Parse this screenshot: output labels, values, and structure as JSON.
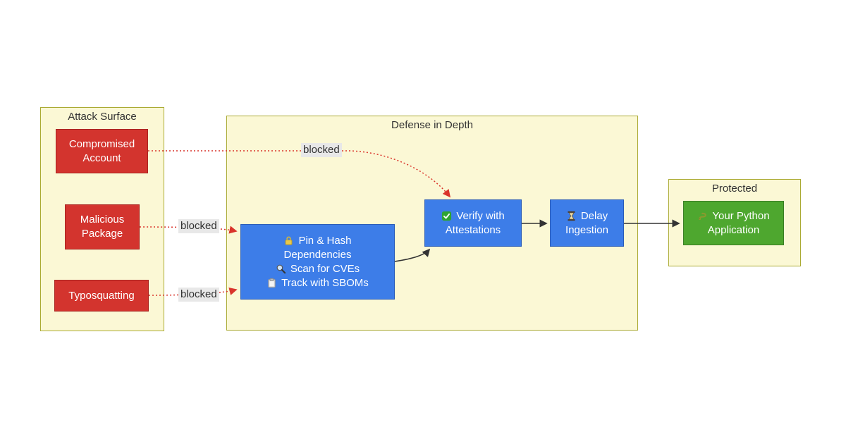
{
  "clusters": {
    "attack": {
      "title": "Attack Surface"
    },
    "defense": {
      "title": "Defense in Depth"
    },
    "protected": {
      "title": "Protected"
    }
  },
  "nodes": {
    "compromised": {
      "lines": [
        "Compromised",
        "Account"
      ]
    },
    "malicious": {
      "lines": [
        "Malicious",
        "Package"
      ]
    },
    "typosquatting": {
      "lines": [
        "Typosquatting"
      ]
    },
    "pinhash": {
      "lines": [
        {
          "icon": "lock-icon",
          "text": "Pin & Hash"
        },
        {
          "icon": "",
          "text": "Dependencies"
        },
        {
          "icon": "magnifier-icon",
          "text": "Scan for CVEs"
        },
        {
          "icon": "clipboard-icon",
          "text": "Track with SBOMs"
        }
      ]
    },
    "verify": {
      "icon": "check-icon",
      "lines": [
        "Verify with",
        "Attestations"
      ]
    },
    "delay": {
      "icon": "hourglass-icon",
      "lines": [
        "Delay",
        "Ingestion"
      ]
    },
    "python": {
      "icon": "snake-icon",
      "lines": [
        "Your Python",
        "Application"
      ]
    }
  },
  "edge_labels": {
    "blocked_account": "blocked",
    "blocked_package": "blocked",
    "blocked_typo": "blocked"
  },
  "colors": {
    "background": "#ffffff",
    "cluster_fill": "#fbf8d5",
    "cluster_border": "#aaaa33",
    "attack_node_fill": "#d3342e",
    "attack_node_border": "#a82420",
    "defense_node_fill": "#3d7de8",
    "defense_node_border": "#2a5cb8",
    "protected_node_fill": "#4ea72f",
    "protected_node_border": "#3a7d24",
    "node_text": "#ffffff",
    "edge_solid": "#333333",
    "edge_blocked": "#d9342b",
    "edge_label_bg": "#e8e8e8",
    "edge_label_text": "#333333",
    "title_text": "#333333"
  }
}
